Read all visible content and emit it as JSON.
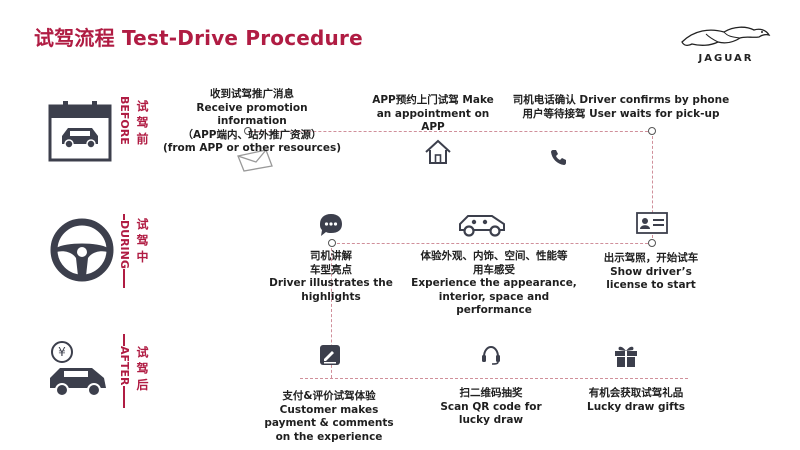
{
  "header": {
    "title": "试驾流程 Test-Drive Procedure",
    "brand": "JAGUAR"
  },
  "stages": [
    {
      "cn": "试 驾 前",
      "en": "BEFORE",
      "icon": "calendar-car-icon"
    },
    {
      "cn": "试 驾 中",
      "en": "DURING",
      "icon": "steering-wheel-icon"
    },
    {
      "cn": "试 驾 后",
      "en": "AFTER",
      "icon": "car-money-icon"
    }
  ],
  "steps": {
    "receive_promo": {
      "lines": [
        "收到试驾推广消息",
        "Receive promotion information",
        "（APP端内、站外推广资源）",
        "(from APP or other resources)"
      ],
      "icon": "envelope-icon"
    },
    "app_appointment": {
      "lines": [
        "APP预约上门试驾 Make",
        "an appointment on",
        "APP"
      ],
      "icon": "house-icon"
    },
    "driver_confirm": {
      "lines": [
        "司机电话确认 Driver confirms by phone",
        "用户等待接驾 User waits for pick-up"
      ],
      "icon": "phone-icon"
    },
    "show_license": {
      "lines": [
        "出示驾照，开始试车",
        "Show driver’s",
        "license to start"
      ],
      "icon": "id-card-icon"
    },
    "experience": {
      "lines": [
        "体验外观、内饰、空间、性能等",
        "用车感受",
        "Experience the appearance,",
        "interior, space and",
        "performance"
      ],
      "icon": "car-people-icon"
    },
    "driver_explain": {
      "lines": [
        "司机讲解",
        "车型亮点",
        "Driver illustrates the",
        "highlights"
      ],
      "icon": "chat-icon"
    },
    "pay_comment": {
      "lines": [
        "支付&评价试驾体验",
        "Customer makes",
        "payment & comments",
        "on the experience"
      ],
      "icon": "pen-note-icon"
    },
    "scan_qr": {
      "lines": [
        "扫二维码抽奖",
        "Scan QR code for",
        "lucky draw"
      ],
      "icon": "headset-icon"
    },
    "lucky_gift": {
      "lines": [
        "有机会获取试驾礼品",
        "Lucky draw gifts"
      ],
      "icon": "gift-icon"
    }
  }
}
